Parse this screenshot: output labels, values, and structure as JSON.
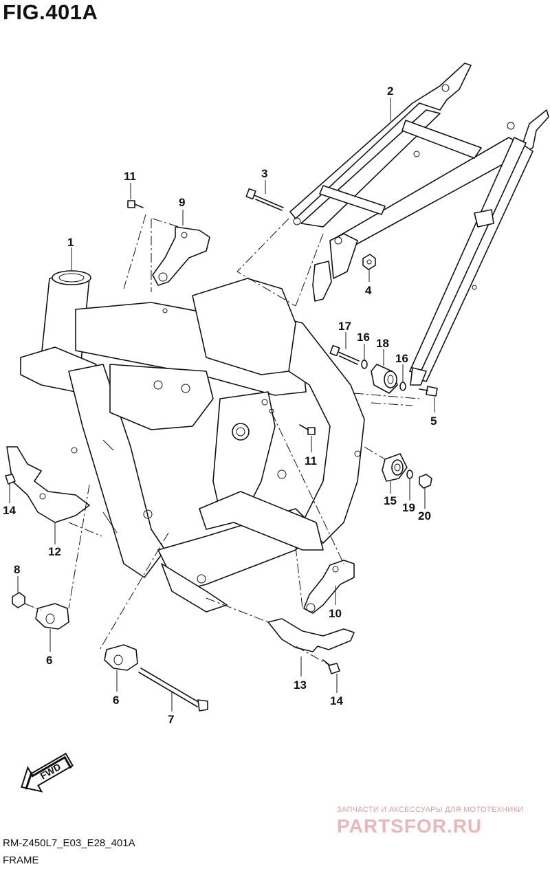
{
  "figure_title": "FIG.401A",
  "callouts": {
    "c1": "1",
    "c2": "2",
    "c3": "3",
    "c4": "4",
    "c5": "5",
    "c6a": "6",
    "c6b": "6",
    "c7": "7",
    "c8": "8",
    "c9": "9",
    "c10": "10",
    "c11a": "11",
    "c11b": "11",
    "c12": "12",
    "c13": "13",
    "c14a": "14",
    "c14b": "14",
    "c15": "15",
    "c16a": "16",
    "c16b": "16",
    "c17": "17",
    "c18": "18",
    "c19": "19",
    "c20": "20"
  },
  "fwd_label": "FWD",
  "watermark": {
    "tagline": "ЗАПЧАСТИ И АКСЕССУАРЫ ДЛЯ МОТОТЕХНИКИ",
    "logo": "PARTSFOR.RU"
  },
  "footer": {
    "code": "RM-Z450L7_E03_E28_401A",
    "name": "FRAME"
  }
}
